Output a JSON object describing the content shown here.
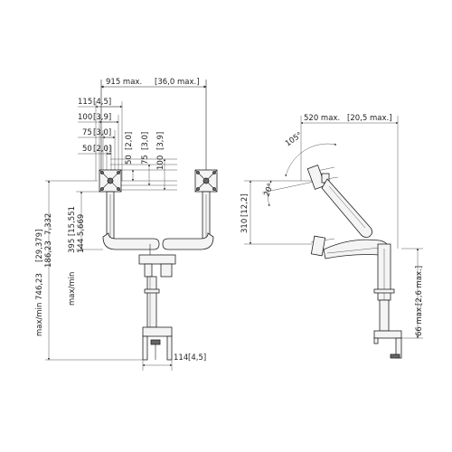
{
  "front_view": {
    "total_width": "915 max.",
    "total_width_in": "36,0 max.",
    "dim_115": "115",
    "dim_115_in": "4,5",
    "dim_100": "100",
    "dim_100_in": "3,9",
    "dim_75": "75",
    "dim_75_in": "3,0",
    "dim_50": "50",
    "dim_50_in": "2,0",
    "v_50": "50",
    "v_50_in": "2,0",
    "v_75": "75",
    "v_75_in": "3,0",
    "v_100": "100",
    "v_100_in": "3,9",
    "height_label": "max/min",
    "height_mm": "746,23",
    "height_min_mm": "186,23",
    "height_in": "29,379",
    "height_min_in": "7,332",
    "arm_label": "max/min",
    "arm_mm": "395",
    "arm_min_mm": "144",
    "arm_in": "15,551",
    "arm_min_in": "5,669",
    "clamp_width": "114",
    "clamp_width_in": "4,5"
  },
  "side_view": {
    "reach": "520 max.",
    "reach_in": "20,5 max.",
    "tilt": "105°",
    "angle": "20°",
    "height": "310",
    "height_in": "12,2",
    "clamp": "66 max.",
    "clamp_in": "2,6 max."
  }
}
